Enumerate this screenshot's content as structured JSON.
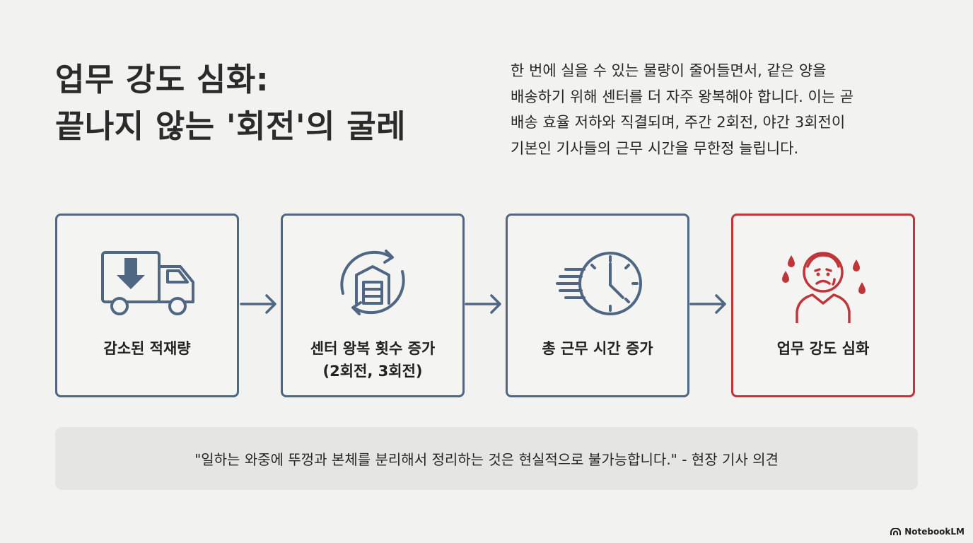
{
  "heading": {
    "line1": "업무 강도 심화:",
    "line2": "끝나지 않는 '회전'의 굴레"
  },
  "description": {
    "lines": [
      "한 번에 실을 수 있는 물량이 줄어들면서, 같은 양을",
      "배송하기 위해 센터를 더 자주 왕복해야 합니다. 이는 곧",
      "배송 효율 저하와 직결되며, 주간 2회전, 야간 3회전이",
      "기본인 기사들의 근무 시간을 무한정 늘립니다."
    ]
  },
  "flow": [
    {
      "icon": "delivery-truck-down-arrow-icon",
      "label": [
        "감소된 적재량"
      ]
    },
    {
      "icon": "warehouse-cycle-icon",
      "label": [
        "센터 왕복 횟수 증가",
        "(2회전, 3회전)"
      ]
    },
    {
      "icon": "fast-clock-icon",
      "label": [
        "총 근무 시간 증가"
      ]
    },
    {
      "icon": "stressed-worker-icon",
      "label": [
        "업무 강도 심화"
      ]
    }
  ],
  "quote": "\"일하는 와중에 뚜껑과 본체를 분리해서 정리하는 것은 현실적으로 불가능합니다.\" - 현장 기사 의견",
  "brand": "NotebookLM",
  "colors": {
    "background": "#f2f2f0",
    "box_border": "#4f6782",
    "alert": "#c0353a",
    "quote_bg": "#e5e5e3"
  }
}
